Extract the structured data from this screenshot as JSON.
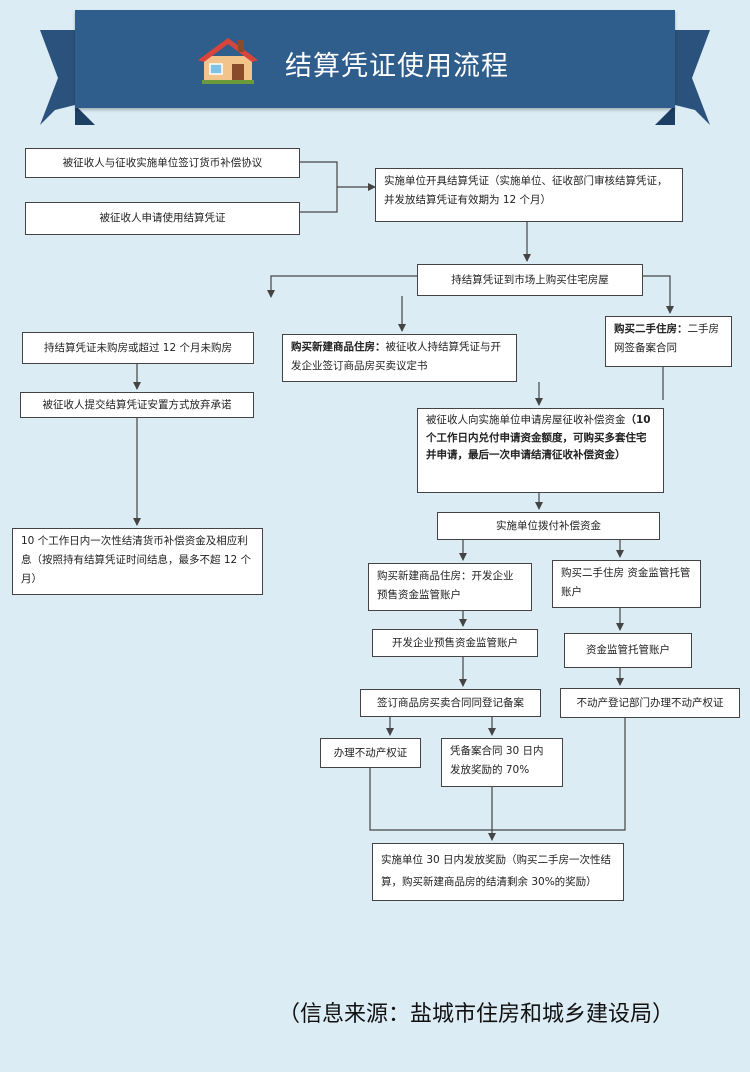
{
  "header": {
    "title": "结算凭证使用流程"
  },
  "boxes": {
    "agreement": "被征收人与征收实施单位签订货币补偿协议",
    "apply": "被征收人申请使用结算凭证",
    "issue": "实施单位开具结算凭证（实施单位、征收部门审核结算凭证，并发放结算凭证有效期为 12 个月）",
    "market": "持结算凭证到市场上购买住宅房屋",
    "nopurchase": "持结算凭证未购房或超过 12 个月未购房",
    "new_bold": "购买新建商品住房：",
    "new_text": "被征收人持结算凭证与开发企业签订商品房买卖议定书",
    "second_bold": "购买二手住房：",
    "second_text": "二手房网签备案合同",
    "waive": "被征收人提交结算凭证安置方式放弃承诺",
    "funds_normal": "被征收人向实施单位申请房屋征收补偿资金",
    "funds_bold": "（10 个工作日内兑付申请资金额度，可购买多套住宅并申请，最后一次申请结清征收补偿资金）",
    "refund": "10 个工作日内一次性结清货币补偿资金及相应利息（按照持有结算凭证时间结息，最多不超 12 个月）",
    "allocate": "实施单位拨付补偿资金",
    "new_supervise": "购买新建商品住房：开发企业预售资金监管账户",
    "second_custody": "购买二手住房 资金监管托管账户",
    "dev_account": "开发企业预售资金监管账户",
    "custody_account": "资金监管托管账户",
    "contract_filing": "签订商品房买卖合同同登记备案",
    "registry": "不动产登记部门办理不动产权证",
    "cert": "办理不动产权证",
    "reward70": "凭备案合同 30 日内发放奖励的 70%",
    "final": "实施单位 30 日内发放奖励（购买二手房一次性结算，购买新建商品房的结清剩余 30%的奖励）"
  },
  "footer": {
    "source": "（信息来源：盐城市住房和城乡建设局）"
  },
  "colors": {
    "banner": "#2f5d8c",
    "banner_dark": "#1d3f63",
    "background": "#dcecf5",
    "arrow": "#444444"
  },
  "icons": {
    "house": "house-icon"
  }
}
